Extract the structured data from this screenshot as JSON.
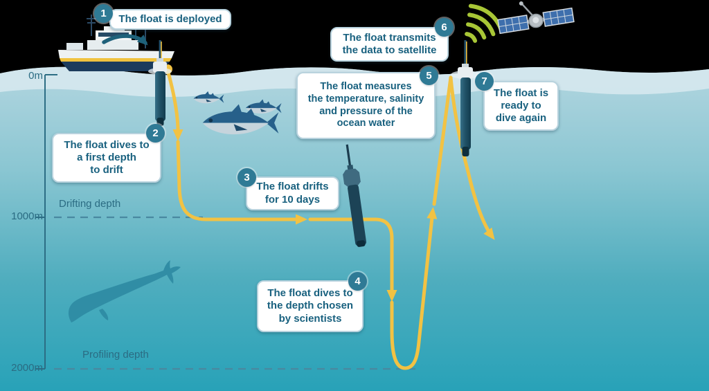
{
  "diagram": {
    "subject": "Argo float ocean observation cycle"
  },
  "steps": [
    {
      "number": "1",
      "text": "The float is deployed"
    },
    {
      "number": "2",
      "text": "The float dives to\na first depth\nto drift"
    },
    {
      "number": "3",
      "text": "The float drifts\nfor 10 days"
    },
    {
      "number": "4",
      "text": "The float dives to\nthe depth chosen\nby scientists"
    },
    {
      "number": "5",
      "text": "The float measures\nthe temperature, salinity\nand pressure of the\nocean water"
    },
    {
      "number": "6",
      "text": "The float transmits\nthe data to satellite"
    },
    {
      "number": "7",
      "text": "The float is\nready to\ndive again"
    }
  ],
  "depth_scale": {
    "surface": "0m",
    "drifting_value": "1000m",
    "drifting_name": "Drifting depth",
    "profiling_value": "2000m",
    "profiling_name": "Profiling depth"
  },
  "icons": [
    "ship-icon",
    "deploy-arrow-icon",
    "float-surface-icon",
    "float-drifting-icon",
    "float-resurfaced-icon",
    "tuna-icon",
    "whale-icon",
    "satellite-icon",
    "signal-waves-icon"
  ],
  "colors": {
    "path_yellow": "#f2c243",
    "water_deep_teal": "#28a2b8",
    "water_surface_band": "#d5e7ee",
    "label_text_teal": "#19617f",
    "badge_fill": "#2f7a95",
    "signal_green": "#a8c636",
    "depth_line": "#2c6d84",
    "ship_hull_navy": "#1c3b5c",
    "ship_stripe_yellow": "#f0c23f"
  }
}
